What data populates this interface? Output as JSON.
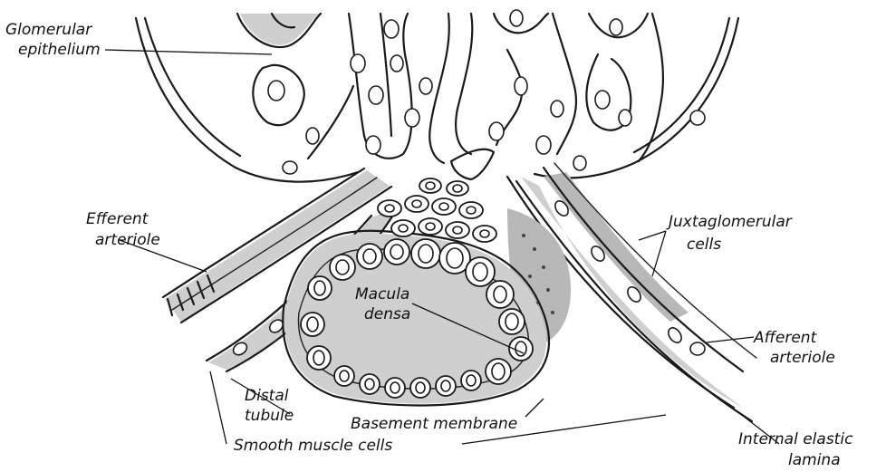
{
  "labels": {
    "glomerular_epithelium_line1": "Glomerular",
    "glomerular_epithelium_line2": "epithelium",
    "efferent_arteriole_line1": "Efferent",
    "efferent_arteriole_line2": "arteriole",
    "juxtaglomerular_cells_line1": "Juxtaglomerular",
    "juxtaglomerular_cells_line2": "cells",
    "macula_densa_line1": "Macula",
    "macula_densa_line2": "densa",
    "afferent_arteriole_line1": "Afferent",
    "afferent_arteriole_line2": "arteriole",
    "distal_tubule_line1": "Distal",
    "distal_tubule_line2": "tubule",
    "basement_membrane": "Basement membrane",
    "smooth_muscle_cells": "Smooth muscle cells",
    "internal_elastic_lamina_line1": "Internal elastic",
    "internal_elastic_lamina_line2": "lamina"
  }
}
